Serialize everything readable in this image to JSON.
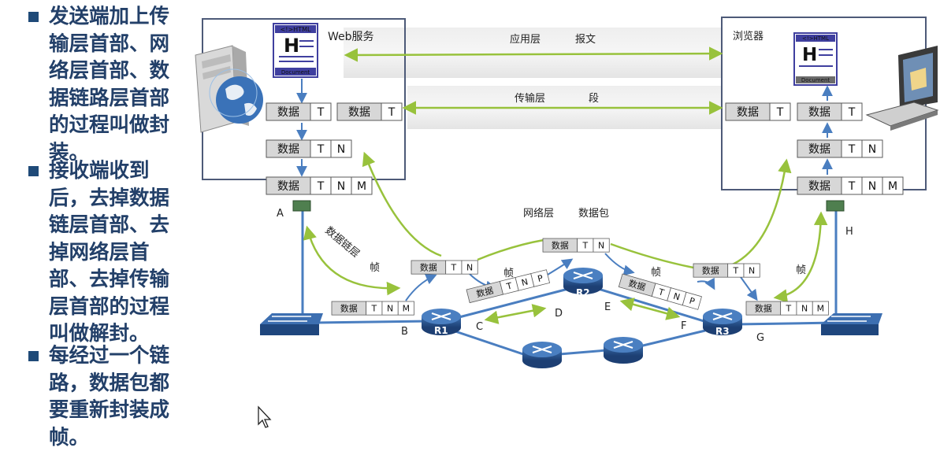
{
  "bullets": [
    "发送端加上传输层首部、网络层首部、数据链路层首部的过程叫做封装。",
    "接收端收到后，去掉数据链层首部、去掉网络层首部、去掉传输层首部的过程叫做解封。",
    "每经过一个链路，数据包都要重新封装成帧。"
  ],
  "labels": {
    "web_service": "Web服务",
    "browser": "浏览器",
    "app_layer": "应用层",
    "message": "报文",
    "transport_layer": "传输层",
    "segment": "段",
    "network_layer": "网络层",
    "packet": "数据包",
    "datalink_layer": "数据链层",
    "frame": "帧"
  },
  "packet": {
    "data": "数据",
    "t": "T",
    "n": "N",
    "m": "M",
    "p": "P"
  },
  "doc": {
    "html_tag": "<!>HTML",
    "h_glyph": "H",
    "document": "Document"
  },
  "points": {
    "A": "A",
    "B": "B",
    "C": "C",
    "D": "D",
    "E": "E",
    "F": "F",
    "G": "G",
    "H": "H"
  },
  "routers": {
    "r1": "R1",
    "r2": "R2",
    "r3": "R3"
  },
  "colors": {
    "green": "#98c23c",
    "blue": "#4a7ec0",
    "text": "#234069",
    "box": "#4d5a78"
  }
}
